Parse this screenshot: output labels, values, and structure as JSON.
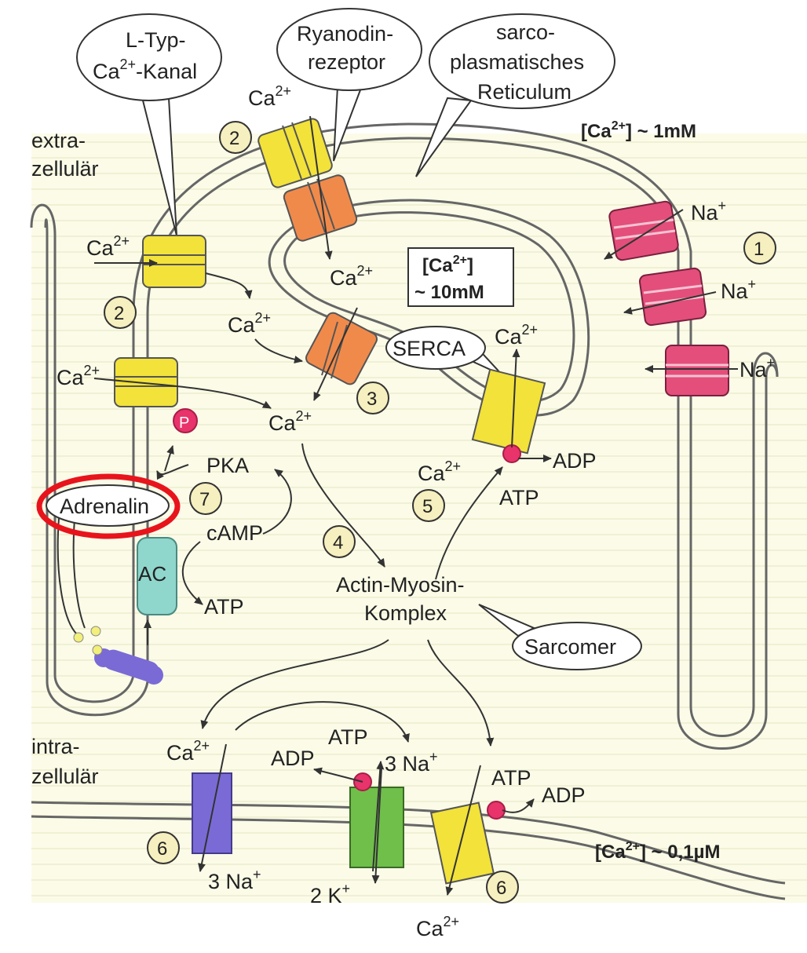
{
  "callouts": {
    "ltype_line1": "L-Typ-",
    "ltype_line2": "-Kanal",
    "ryanodin_line1": "Ryanodin-",
    "ryanodin_line2": "rezeptor",
    "sr_line1": "sarco-",
    "sr_line2": "plasmatisches",
    "sr_line3": "Reticulum",
    "serca": "SERCA",
    "adrenalin": "Adrenalin",
    "sarcomer": "Sarcomer"
  },
  "regions": {
    "extra_line1": "extra-",
    "extra_line2": "zellulär",
    "intra_line1": "intra-",
    "intra_line2": "zellulär"
  },
  "concentrations": {
    "extra": "~ 1mM",
    "sr": "~ 10mM",
    "intra": "~ 0,1µM",
    "ion": "Ca",
    "charge": "2+"
  },
  "ions": {
    "ca": "Ca",
    "ca_charge": "2+",
    "na": "Na",
    "plus": "+",
    "na3": "3 Na",
    "k2": "2 K"
  },
  "molecules": {
    "pka": "PKA",
    "camp": "cAMP",
    "atp": "ATP",
    "adp": "ADP",
    "ac": "AC",
    "p": "P",
    "actin_line1": "Actin-Myosin-",
    "actin_line2": "Komplex"
  },
  "steps": {
    "s1": "1",
    "s2": "2",
    "s3": "3",
    "s4": "4",
    "s5": "5",
    "s6": "6",
    "s7": "7"
  },
  "colors": {
    "background": "#fbfbe8",
    "membrane": "#666666",
    "ca_channel": "#f2e23a",
    "ryanodin_receptor": "#f08a4b",
    "na_channel": "#e34f7a",
    "ncx": "#7a6ad6",
    "na_k_pump": "#6fbf4a",
    "adenylyl_cyclase": "#8fd6cc",
    "receptor": "#7a6ad6",
    "phosphate": "#e8336b",
    "step_circle": "#f6efbf",
    "highlight_ring": "#e8141c"
  }
}
